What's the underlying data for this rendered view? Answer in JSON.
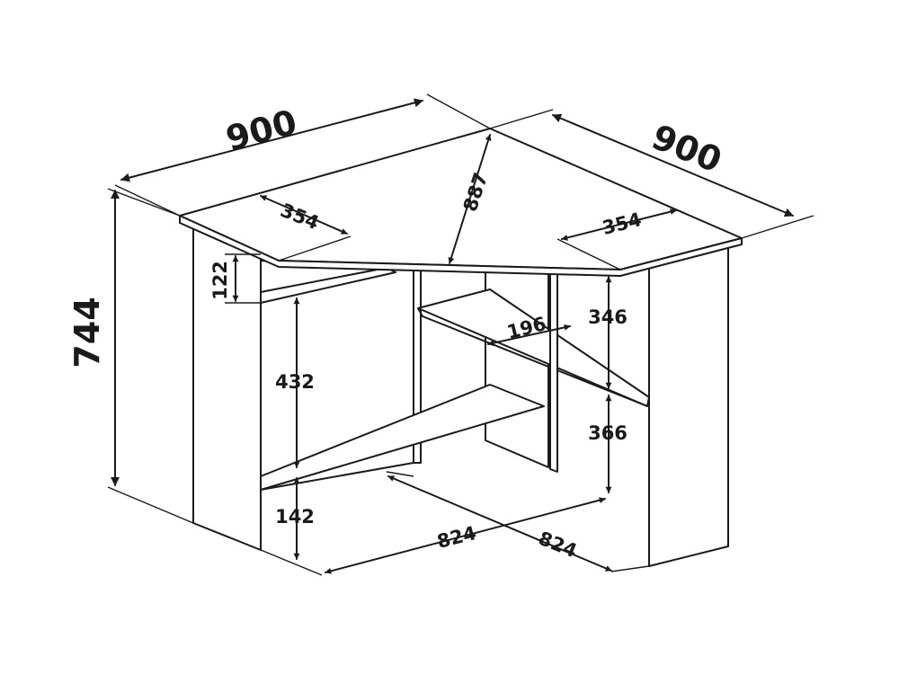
{
  "dimensions": {
    "top_left_width": "900",
    "top_right_width": "900",
    "total_height": "744",
    "inner_left_depth": "354",
    "inner_right_depth": "354",
    "diagonal_span": "887",
    "top_apron_height": "122",
    "left_clearance": "432",
    "bottom_shelf_height": "142",
    "upper_shelf_depth": "196",
    "upper_gap": "346",
    "lower_gap": "366",
    "base_left_width": "824",
    "base_right_width": "824"
  }
}
